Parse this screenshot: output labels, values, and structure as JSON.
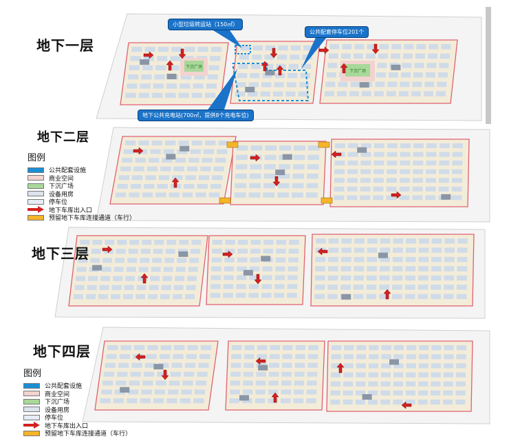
{
  "floors": [
    {
      "title": "地下一层"
    },
    {
      "title": "地下二层"
    },
    {
      "title": "地下三层"
    },
    {
      "title": "地下四层"
    }
  ],
  "callouts": {
    "recycling_station": "小型垃圾转运站（150㎡）",
    "public_parking": "公共配套停车位201个",
    "charging_station": "地下公共充电站(700㎡，提供8个充电车位)"
  },
  "legend": {
    "title": "图例",
    "items": [
      {
        "label": "公共配套设施",
        "color": "#1a8fd6"
      },
      {
        "label": "商业空间",
        "color": "#f2d3d0"
      },
      {
        "label": "下沉广场",
        "color": "#a8d89a"
      },
      {
        "label": "设备用房",
        "color": "#dde3ec"
      },
      {
        "label": "停车位",
        "color": "#e6edf6"
      },
      {
        "label": "地下车库出入口",
        "color": "#d42020"
      },
      {
        "label": "预留地下车库连接通道（车行）",
        "color": "#f4b52a"
      }
    ]
  },
  "plaza_labels": {
    "b1_left": "下沉广场",
    "b1_right": "下沉广场"
  },
  "colors": {
    "slab": "#f4f4f4",
    "boundary": "#e06070",
    "road": "#f3ecd9",
    "parking": "#cfdbe9",
    "equipment": "#8a96a6",
    "arrow": "#d42020",
    "callout": "#1a73c9"
  }
}
